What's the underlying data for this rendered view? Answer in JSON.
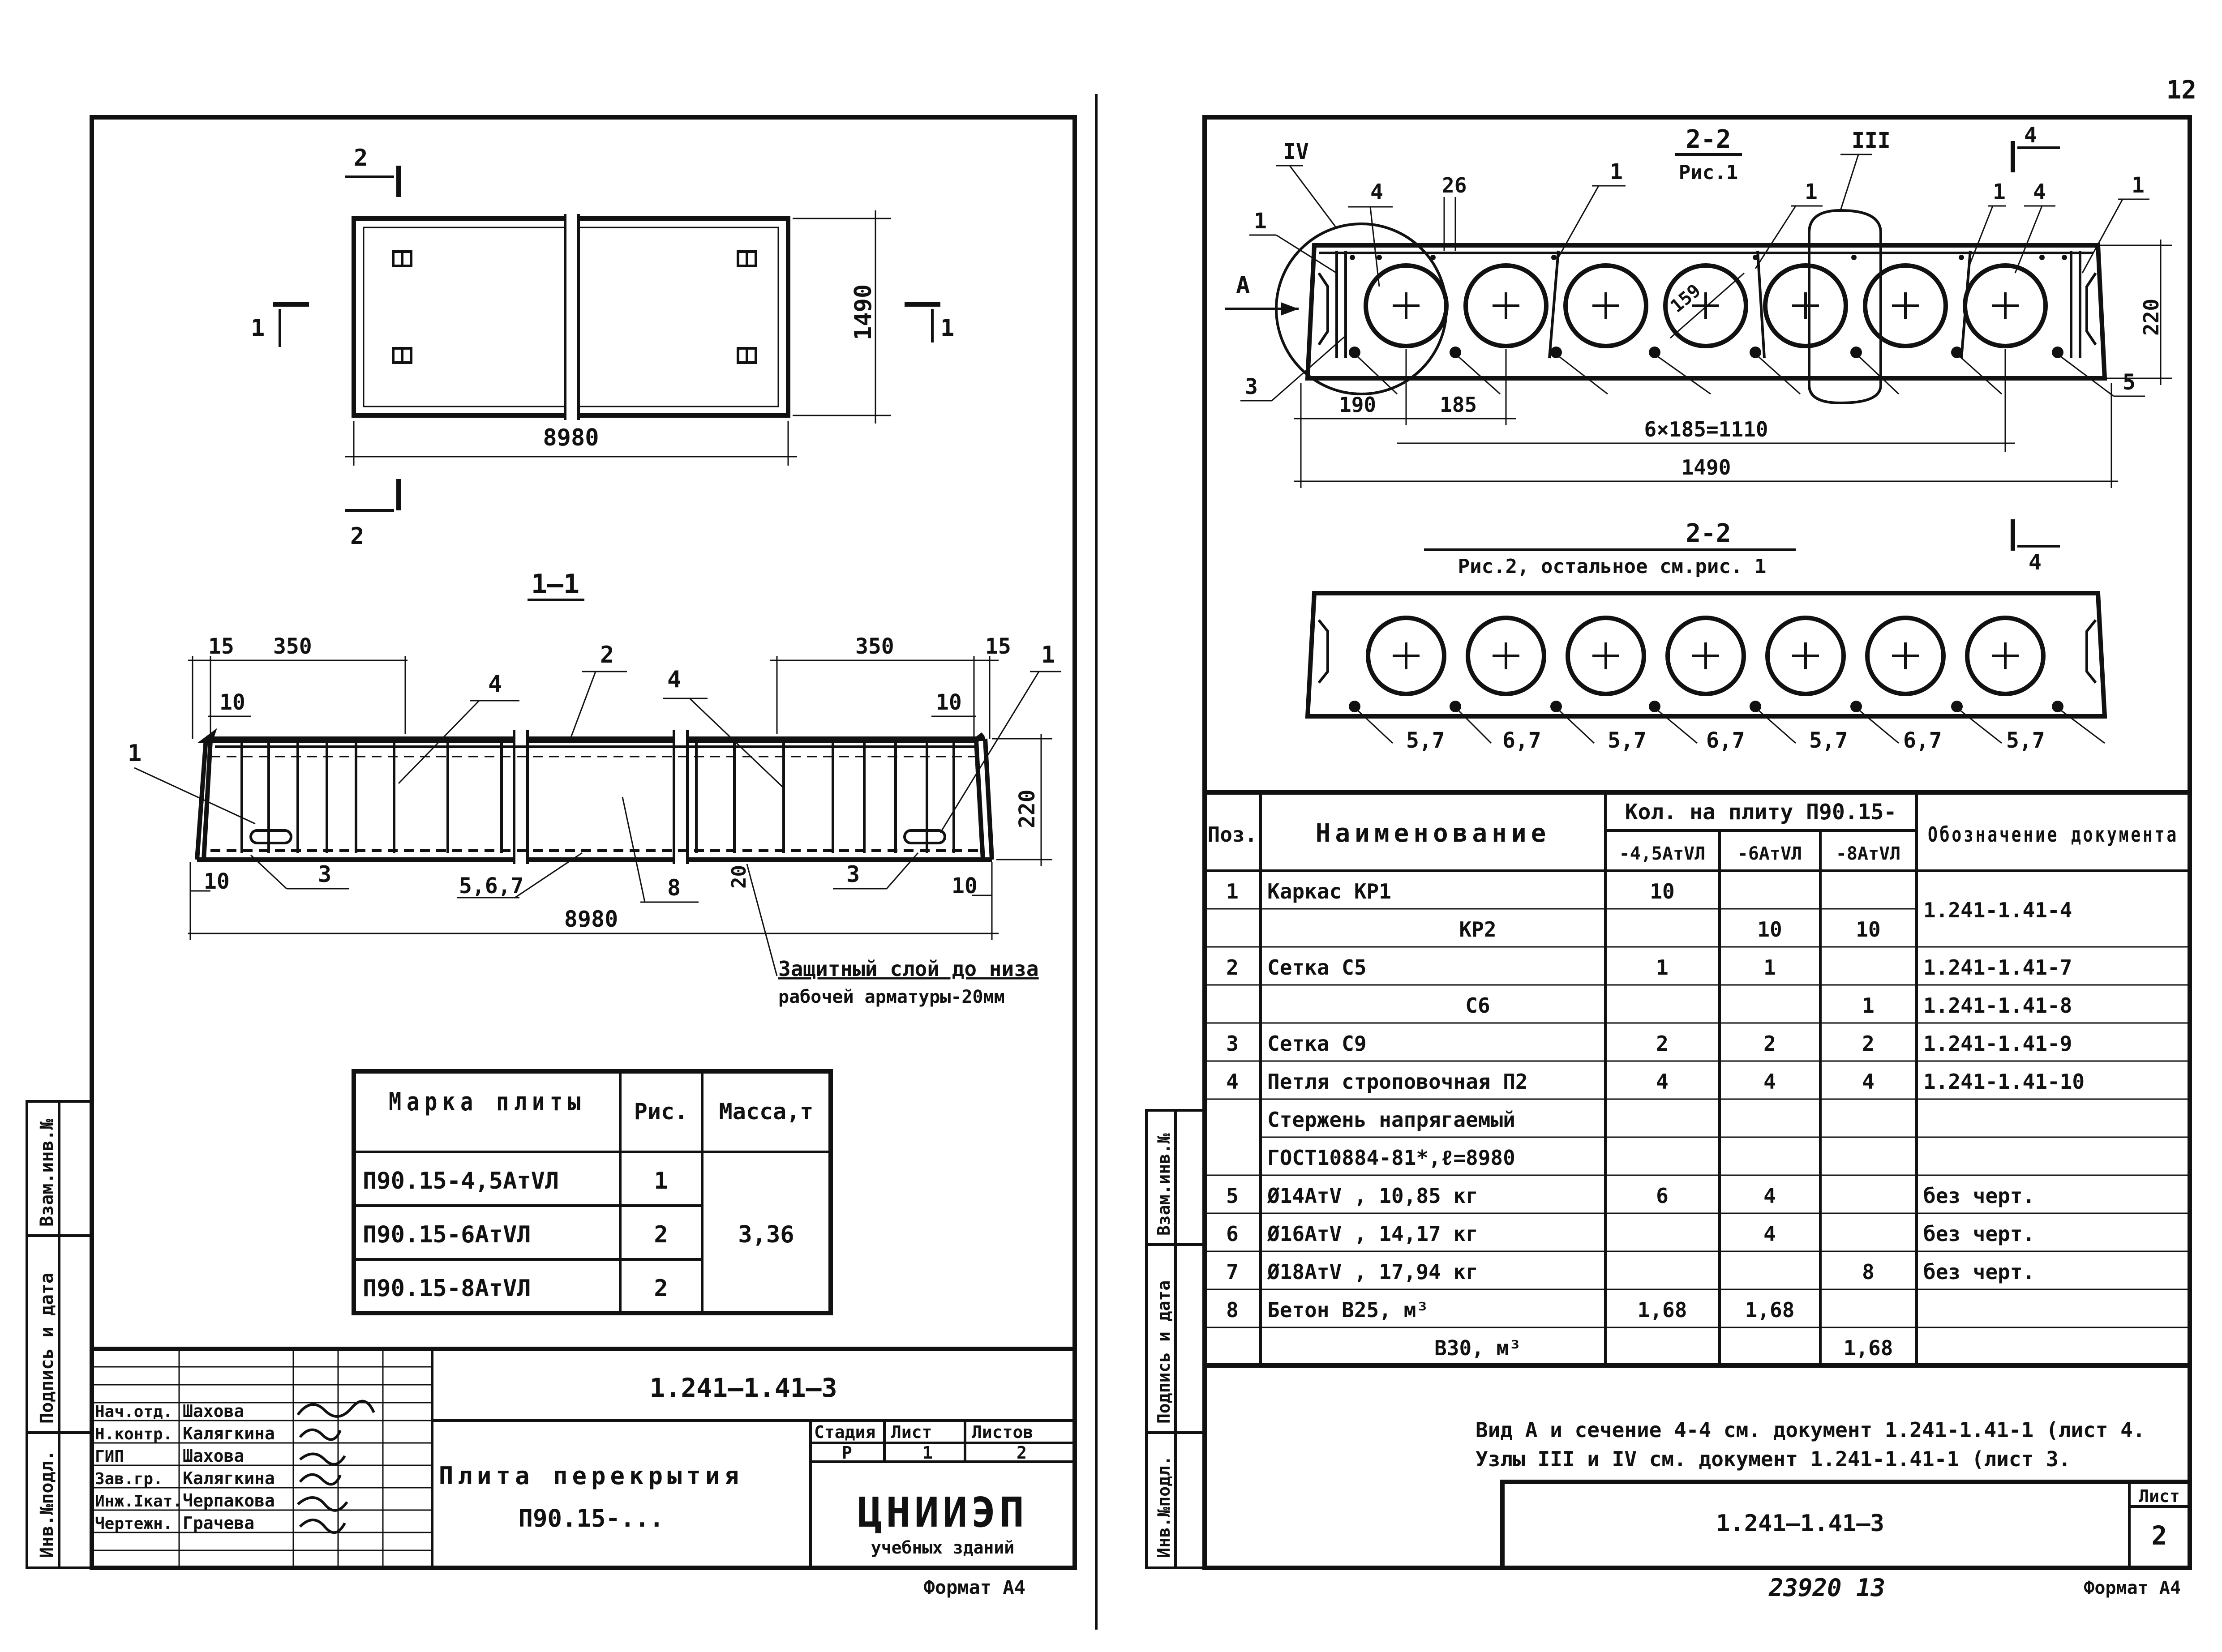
{
  "page_number": "12",
  "left_sheet": {
    "plan": {
      "section_mark_top": "2",
      "section_mark_bottom": "2",
      "section_mark_left": "1",
      "section_mark_right": "1",
      "width_dim": "1490",
      "length_dim": "8980"
    },
    "section_1_1": {
      "title": "1—1",
      "dims": {
        "left_15": "15",
        "left_350": "350",
        "left_10": "10",
        "right_350": "350",
        "right_15": "15",
        "right_10": "10",
        "bottom_left_10": "10",
        "bottom_right_10": "10",
        "height": "220",
        "length": "8980",
        "cover": "20"
      },
      "callouts": [
        "1",
        "4",
        "2",
        "4",
        "1",
        "3",
        "5,6,7",
        "8",
        "3"
      ],
      "note_line1": "Защитный слой до низа",
      "note_line2": "рабочей арматуры-20мм"
    },
    "marks_table": {
      "headers": [
        "Марка плиты",
        "Рис.",
        "Масса,т"
      ],
      "rows": [
        {
          "mark": "П90.15-4,5АтVЛ",
          "fig": "1"
        },
        {
          "mark": "П90.15-6АтVЛ",
          "fig": "2"
        },
        {
          "mark": "П90.15-8АтVЛ",
          "fig": "2"
        }
      ],
      "mass": "3,36"
    },
    "title_block": {
      "doc_code": "1.241—1.41—3",
      "roles": [
        "Нач.отд.",
        "Н.контр.",
        "ГИП",
        "Зав.гр.",
        "Инж.Iкат.",
        "Чертежн."
      ],
      "names": [
        "Шахова",
        "Калягкина",
        "Шахова",
        "Калягкина",
        "Черпакова",
        "Грачева"
      ],
      "title_line1": "Плита перекрытия",
      "title_line2": "П90.15-...",
      "stage_label": "Стадия",
      "sheet_label": "Лист",
      "sheets_label": "Листов",
      "stage": "Р",
      "sheet": "1",
      "sheets": "2",
      "org_line1": "ЦНИИЭП",
      "org_line2": "учебных зданий",
      "format": "Формат А4"
    },
    "side_labels": [
      "Инв.№подл.",
      "Подпись и дата",
      "Взам.инв.№"
    ]
  },
  "right_sheet": {
    "section_2_2_fig1": {
      "title": "2-2",
      "subtitle": "Рис.1",
      "node_iv": "IV",
      "node_iii": "III",
      "view_a": "А",
      "section_4": "4",
      "dims": {
        "d26": "26",
        "diameter": "159",
        "height": "220",
        "d190": "190",
        "d185": "185",
        "pitch": "6×185=1110",
        "width": "1490"
      },
      "callouts": [
        "1",
        "4",
        "1",
        "1",
        "1",
        "4",
        "1",
        "3",
        "5"
      ]
    },
    "section_2_2_fig2": {
      "title": "2-2",
      "subtitle": "Рис.2, остальное см.рис. 1",
      "section_4": "4",
      "bar_labels": [
        "5,7",
        "6,7",
        "5,7",
        "6,7",
        "5,7",
        "6,7",
        "5,7"
      ]
    },
    "spec_table": {
      "header_pos": "Поз.",
      "header_name": "Наименование",
      "header_qty": "Кол. на плиту П90.15-",
      "header_sub": [
        "-4,5АтVЛ",
        "-6АтVЛ",
        "-8АтVЛ"
      ],
      "header_doc": "Обозначение документа",
      "rows": [
        {
          "pos": "1",
          "name": "Каркас КР1",
          "q1": "10",
          "q2": "",
          "q3": "",
          "doc": "1.241-1.41-4"
        },
        {
          "pos": "",
          "name": "КР2",
          "q1": "",
          "q2": "10",
          "q3": "10",
          "doc": ""
        },
        {
          "pos": "2",
          "name": "Сетка С5",
          "q1": "1",
          "q2": "1",
          "q3": "",
          "doc": "1.241-1.41-7"
        },
        {
          "pos": "",
          "name": "С6",
          "q1": "",
          "q2": "",
          "q3": "1",
          "doc": "1.241-1.41-8"
        },
        {
          "pos": "3",
          "name": "Сетка С9",
          "q1": "2",
          "q2": "2",
          "q3": "2",
          "doc": "1.241-1.41-9"
        },
        {
          "pos": "4",
          "name": "Петля строповочная П2",
          "q1": "4",
          "q2": "4",
          "q3": "4",
          "doc": "1.241-1.41-10"
        },
        {
          "pos": "",
          "name": "Стержень напрягаемый",
          "q1": "",
          "q2": "",
          "q3": "",
          "doc": ""
        },
        {
          "pos": "",
          "name": "ГОСТ10884-81*,ℓ=8980",
          "q1": "",
          "q2": "",
          "q3": "",
          "doc": ""
        },
        {
          "pos": "5",
          "name": "Ø14АтV , 10,85 кг",
          "q1": "6",
          "q2": "4",
          "q3": "",
          "doc": "без черт."
        },
        {
          "pos": "6",
          "name": "Ø16АтV , 14,17 кг",
          "q1": "",
          "q2": "4",
          "q3": "",
          "doc": "без черт."
        },
        {
          "pos": "7",
          "name": "Ø18АтV , 17,94 кг",
          "q1": "",
          "q2": "",
          "q3": "8",
          "doc": "без черт."
        },
        {
          "pos": "8",
          "name": "Бетон В25, м³",
          "q1": "1,68",
          "q2": "1,68",
          "q3": "",
          "doc": ""
        },
        {
          "pos": "",
          "name": "В30, м³",
          "q1": "",
          "q2": "",
          "q3": "1,68",
          "doc": ""
        }
      ]
    },
    "note_line1": "Вид А и сечение 4-4 см. документ 1.241-1.41-1 (лист 4.",
    "note_line2": "Узлы III и IV см. документ 1.241-1.41-1 (лист 3.",
    "title_block": {
      "doc_code": "1.241—1.41—3",
      "sheet_label": "Лист",
      "sheet": "2",
      "format": "Формат А4"
    },
    "handwritten": "23920 13",
    "side_labels": [
      "Инв.№подл.",
      "Подпись и дата",
      "Взам.инв.№"
    ]
  }
}
